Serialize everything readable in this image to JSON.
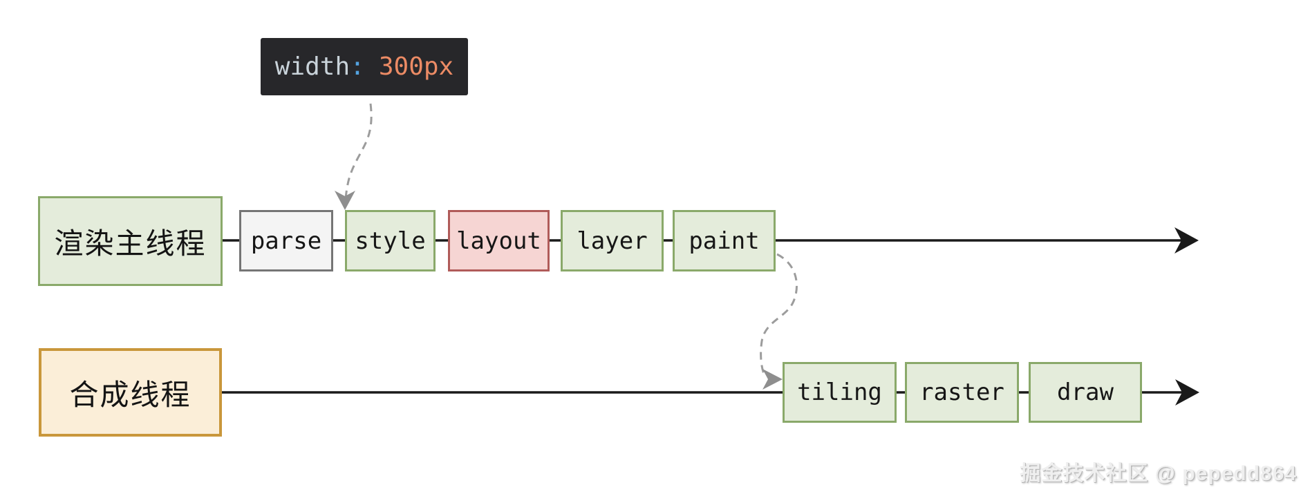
{
  "code_tooltip": {
    "property": "width",
    "colon": ":",
    "value": "300px",
    "colors": {
      "background": "#27272a",
      "property_text": "#c9d3da",
      "colon_text": "#54a3e0",
      "value_text": "#ec8b65"
    }
  },
  "main_thread": {
    "label": "渲染主线程",
    "stages": [
      {
        "label": "parse",
        "variant": "gray"
      },
      {
        "label": "style",
        "variant": "green"
      },
      {
        "label": "layout",
        "variant": "red"
      },
      {
        "label": "layer",
        "variant": "green"
      },
      {
        "label": "paint",
        "variant": "green"
      }
    ]
  },
  "compositor_thread": {
    "label": "合成线程",
    "stages": [
      {
        "label": "tiling",
        "variant": "green"
      },
      {
        "label": "raster",
        "variant": "green"
      },
      {
        "label": "draw",
        "variant": "green"
      }
    ]
  },
  "watermark": "掘金技术社区 @ pepedd864",
  "colors": {
    "green_fill": "#e4ecdb",
    "green_border": "#8aa96a",
    "red_fill": "#f6d5d3",
    "red_border": "#b05b59",
    "gray_fill": "#f4f4f4",
    "gray_border": "#757575",
    "orange_fill": "#fbeed8",
    "orange_border": "#c9973b",
    "timeline_line": "#1a1a1a",
    "dashed_arrow": "#9c9c9c"
  }
}
